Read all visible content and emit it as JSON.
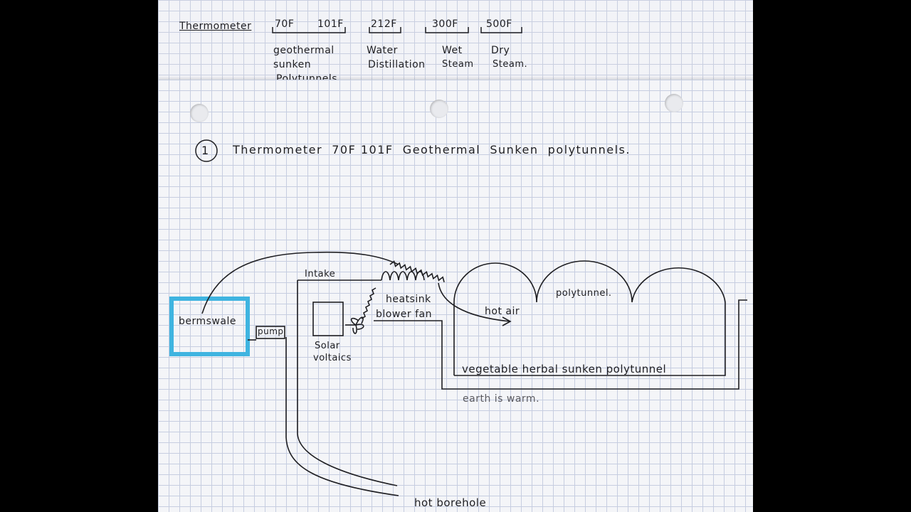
{
  "top_note": {
    "label": "Thermometer",
    "columns": [
      {
        "header_a": "70F",
        "header_b": "101F",
        "lines": [
          "geothermal",
          "sunken",
          "Polytunnels"
        ]
      },
      {
        "header": "212F",
        "lines": [
          "Water",
          "Distillation"
        ]
      },
      {
        "header": "300F",
        "lines": [
          "Wet",
          "Steam"
        ]
      },
      {
        "header": "500F",
        "lines": [
          "Dry",
          "Steam."
        ]
      }
    ]
  },
  "title": {
    "number": "1",
    "text": "Thermometer  70F 101F  Geothermal  Sunken  polytunnels."
  },
  "diagram": {
    "bermswale": "bermswale",
    "pump": "pump",
    "intake": "Intake",
    "heatsink": "heatsink",
    "blower_fan": "blower fan",
    "solar_line1": "Solar",
    "solar_line2": "voltaics",
    "hot_air": "hot air",
    "polytunnel": "polytunnel.",
    "vegetable": "vegetable herbal sunken polytunnel",
    "earth": "earth is warm.",
    "borehole": "hot borehole"
  },
  "colors": {
    "ink": "#1e1e22",
    "bermswale_outline": "#3fb4e0",
    "pencil": "#555"
  }
}
